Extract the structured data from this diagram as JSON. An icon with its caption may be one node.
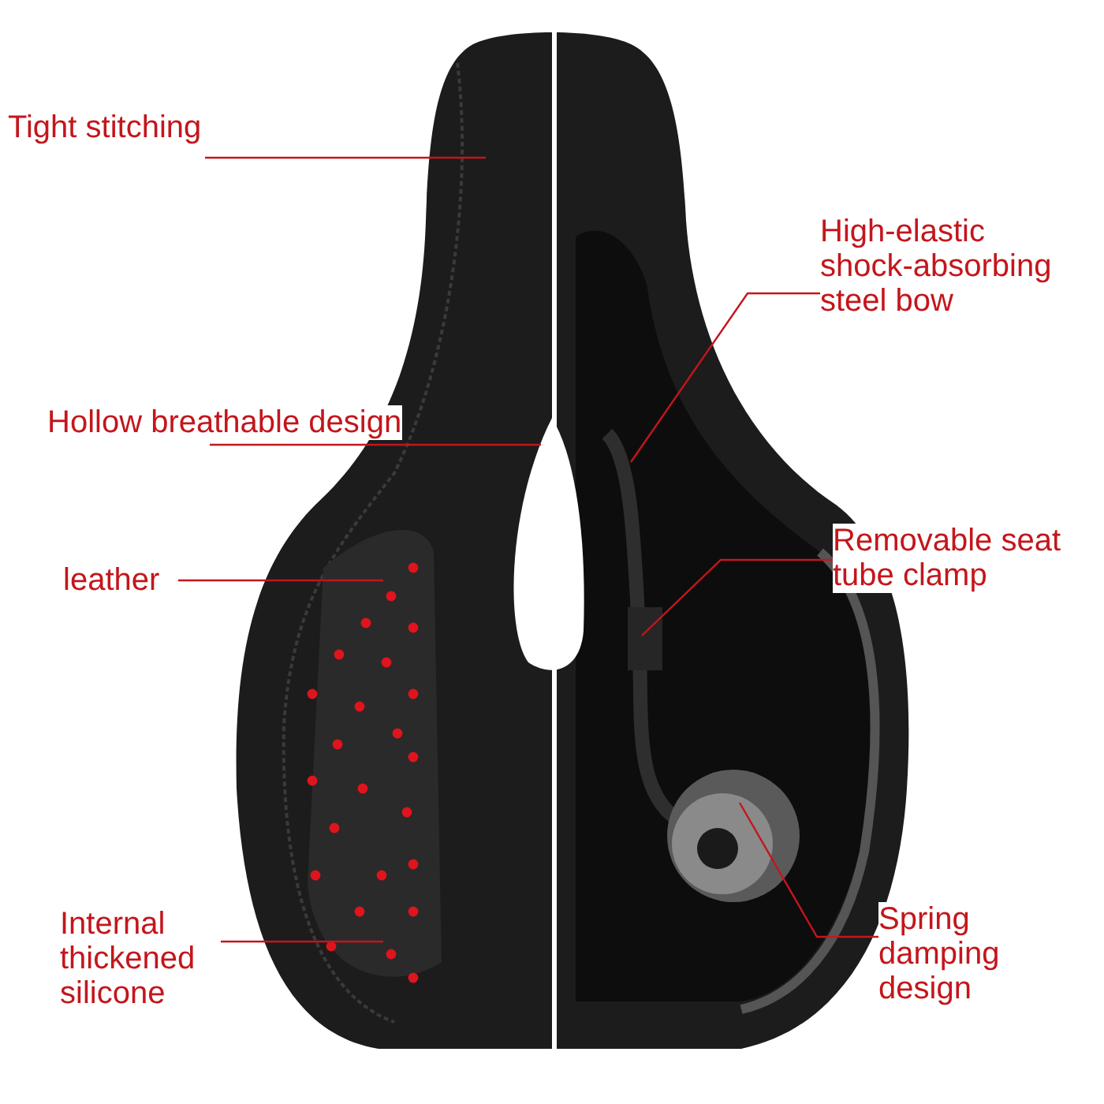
{
  "diagram": {
    "nodes": [
      {
        "text": [
          "Tight stitching"
        ]
      },
      {
        "text": [
          "High-elastic shock-absorbing steel bow"
        ]
      },
      {
        "text": [
          "Hollow breathable design"
        ]
      },
      {
        "text": [
          "leather"
        ]
      },
      {
        "text": [
          "Removable seat tube clamp"
        ]
      },
      {
        "text": [
          "Internal thickened silicone"
        ]
      },
      {
        "text": [
          "Spring damping design"
        ]
      }
    ],
    "edges": [
      {
        "from": 0,
        "to": null,
        "arrow": "none"
      },
      {
        "from": 1,
        "to": null,
        "arrow": "none"
      },
      {
        "from": 2,
        "to": null,
        "arrow": "none"
      },
      {
        "from": 3,
        "to": null,
        "arrow": "none"
      },
      {
        "from": 4,
        "to": null,
        "arrow": "none"
      },
      {
        "from": 5,
        "to": null,
        "arrow": "none"
      },
      {
        "from": 6,
        "to": null,
        "arrow": "none"
      }
    ]
  }
}
